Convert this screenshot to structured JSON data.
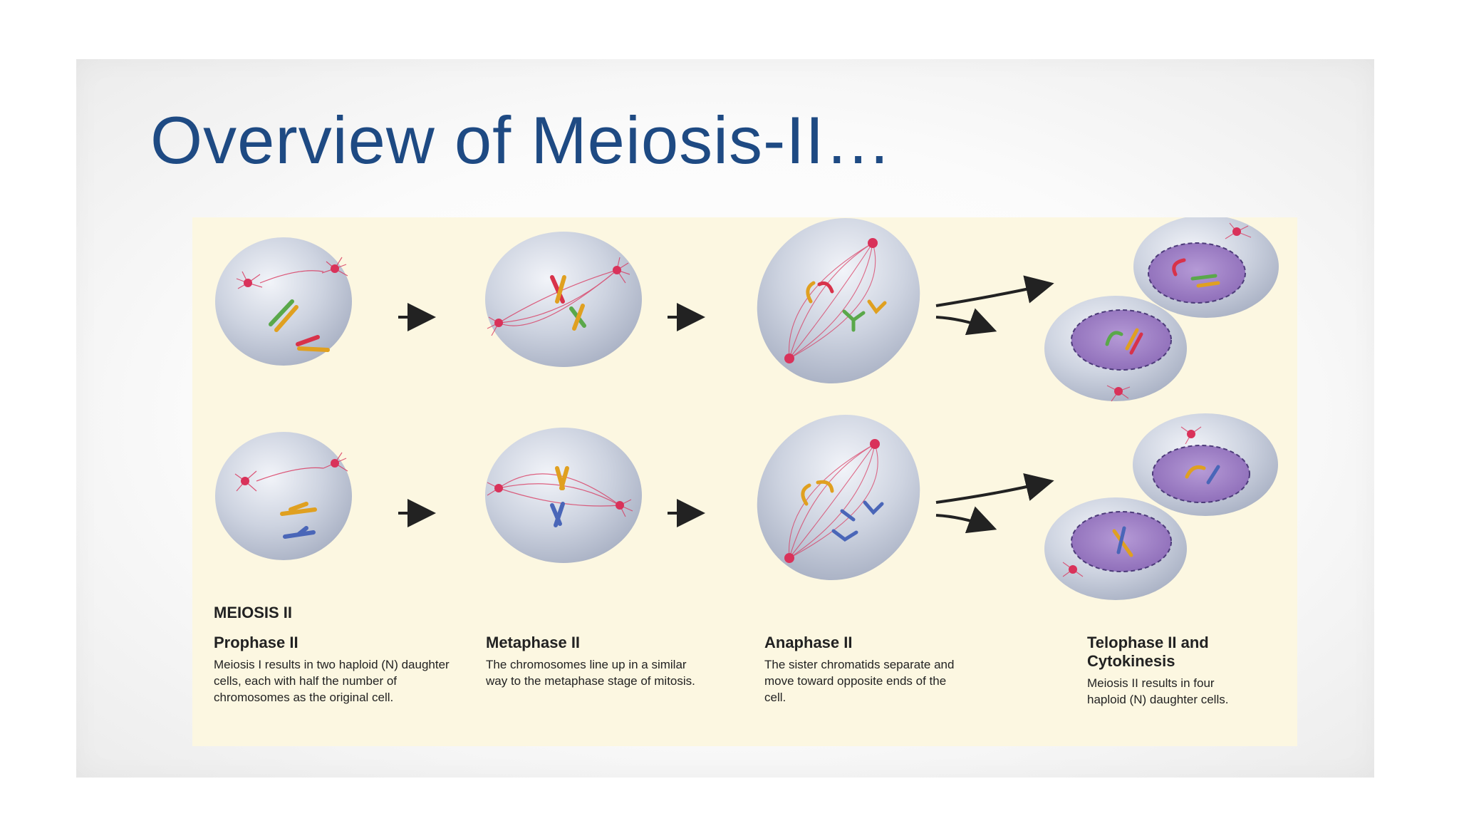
{
  "title": "Overview of Meiosis-II…",
  "diagram": {
    "section_label": "MEIOSIS II",
    "stages": [
      {
        "name": "Prophase II",
        "description": "Meiosis I results in two haploid (N) daughter cells, each with half the number of chromosomes as the original cell."
      },
      {
        "name": "Metaphase II",
        "description": "The chromosomes line up in a similar way to the metaphase stage of mitosis."
      },
      {
        "name": "Anaphase II",
        "description": "The sister chromatids separate and move toward opposite ends of the cell."
      },
      {
        "name": "Telophase II and Cytokinesis",
        "description": "Meiosis II results in four haploid (N) daughter cells."
      }
    ],
    "colors": {
      "title": "#1e4a83",
      "panel": "#fcf7e1",
      "cell": "#c9d0de",
      "nucleus": "#9c7fc0",
      "centrosome": "#d9325a",
      "chromosome_red": "#d8324a",
      "chromosome_green": "#5aa84a",
      "chromosome_yellow": "#e0a020",
      "chromosome_blue": "#4a66b8"
    }
  }
}
